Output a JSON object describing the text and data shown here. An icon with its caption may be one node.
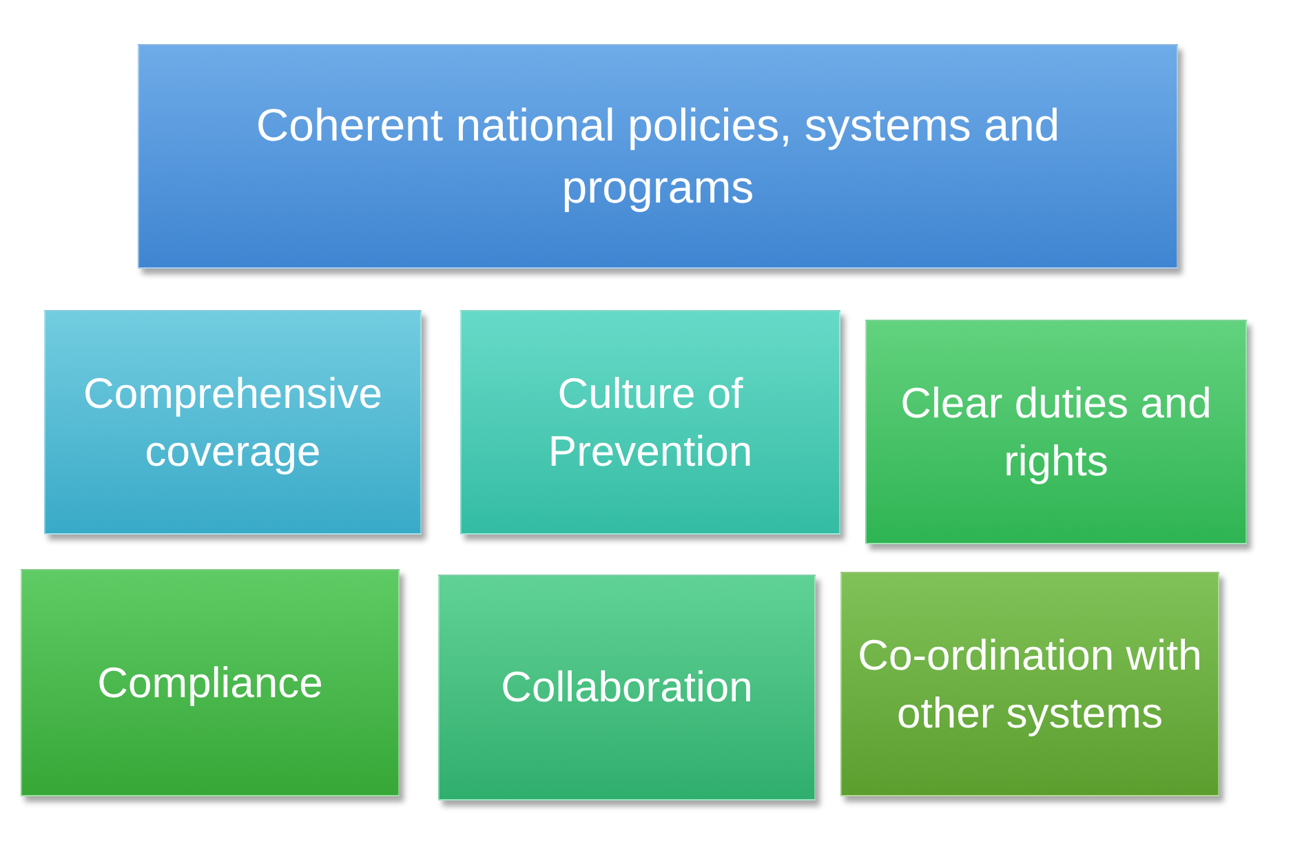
{
  "diagram": {
    "nodes": [
      {
        "text": [
          "Coherent national policies, systems and programs"
        ]
      },
      {
        "text": [
          "Comprehensive coverage"
        ]
      },
      {
        "text": [
          "Culture of Prevention"
        ]
      },
      {
        "text": [
          "Clear duties and rights"
        ]
      },
      {
        "text": [
          "Compliance"
        ]
      },
      {
        "text": [
          "Collaboration"
        ]
      },
      {
        "text": [
          "Co-ordination with other systems"
        ]
      }
    ]
  }
}
